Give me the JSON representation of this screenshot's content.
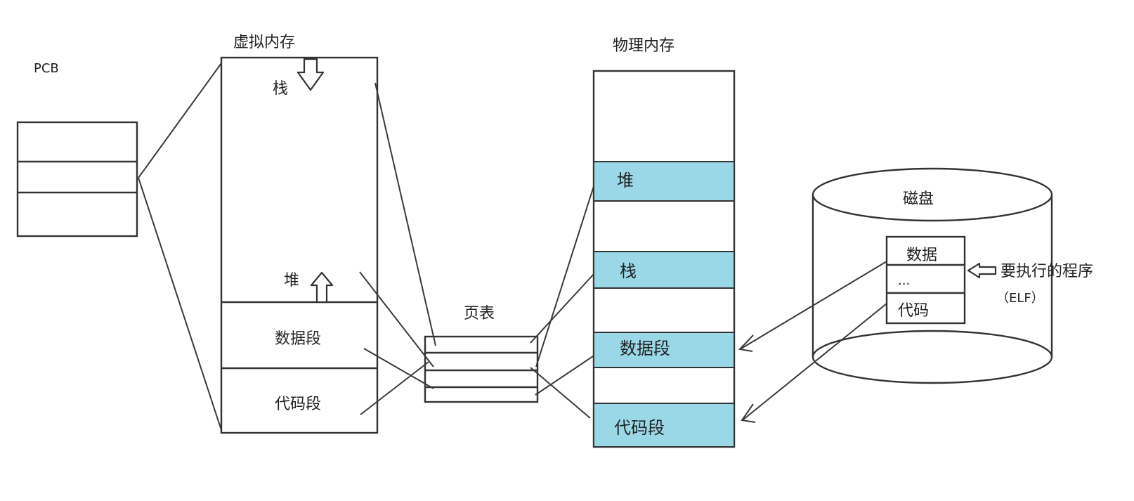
{
  "pcb": {
    "label": "PCB"
  },
  "virtual_memory": {
    "title": "虚拟内存",
    "stack": "栈",
    "heap": "堆",
    "data_segment": "数据段",
    "code_segment": "代码段"
  },
  "page_table": {
    "title": "页表"
  },
  "physical_memory": {
    "title": "物理内存",
    "heap": "堆",
    "stack": "栈",
    "data_segment": "数据段",
    "code_segment": "代码段",
    "highlight_color": "#9ad8e8"
  },
  "disk": {
    "title": "磁盘",
    "rows": [
      "数据",
      "...",
      "代码"
    ],
    "annotation_line1": "要执行的程序",
    "annotation_line2": "（ELF）"
  }
}
